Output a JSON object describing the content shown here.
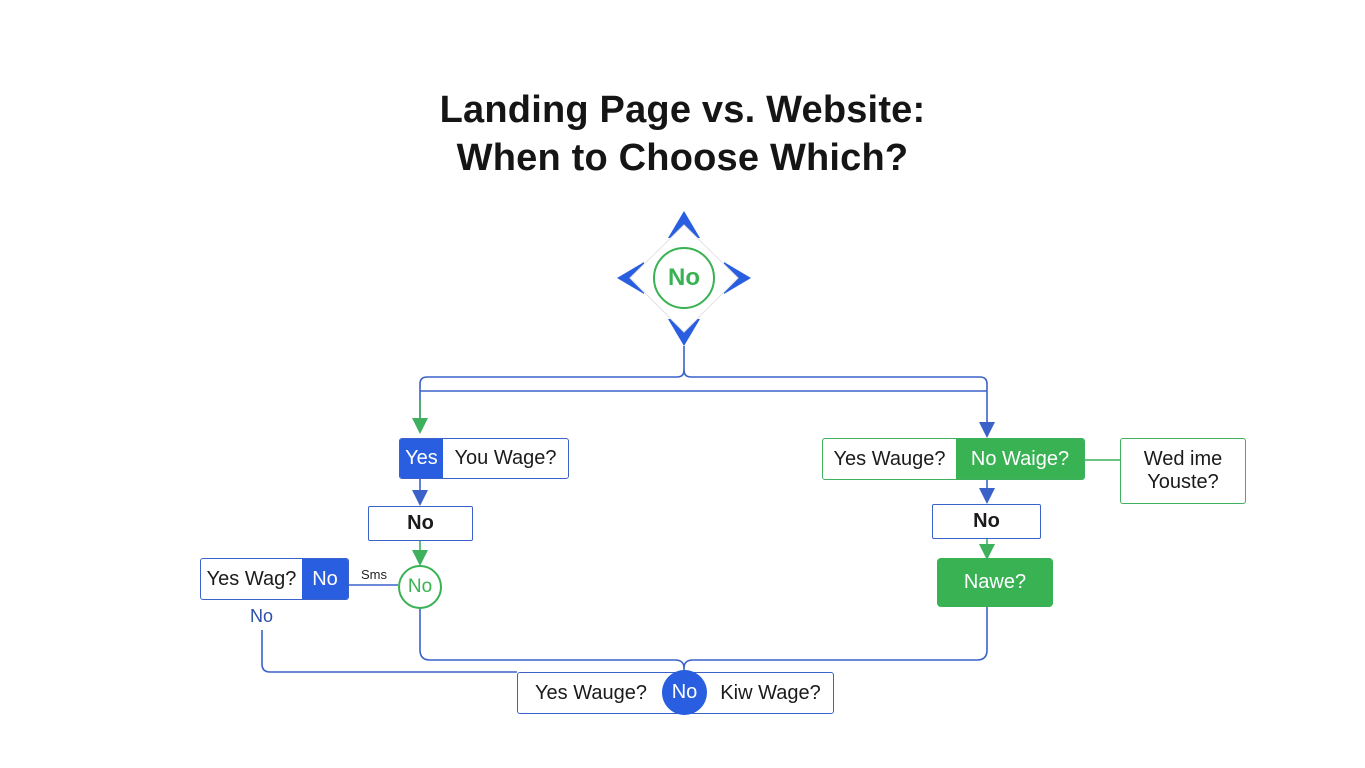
{
  "title": {
    "line1": "Landing Page vs. Website:",
    "line2": "When to Choose Which?"
  },
  "colors": {
    "blue": "#2a5ee0",
    "green": "#38b253",
    "line_blue": "#3a62c9",
    "line_green": "#3fb15e"
  },
  "diagram": {
    "top_decision": "No",
    "left_branch": {
      "yes_tag": "Yes",
      "question": "You Wage?",
      "no_box": "No",
      "side_box": {
        "question": "Yes Wag?",
        "tag": "No"
      },
      "connector_label": "Sms",
      "circle": "No",
      "loose_label": "No"
    },
    "right_branch": {
      "question": "Yes Wauge?",
      "tag": "No Waige?",
      "side_note": [
        "Wed ime",
        "Youste?"
      ],
      "no_box": "No",
      "action": "Nawe?"
    },
    "bottom": {
      "left": "Yes Wauge?",
      "circle": "No",
      "right": "Kiw Wage?"
    }
  }
}
